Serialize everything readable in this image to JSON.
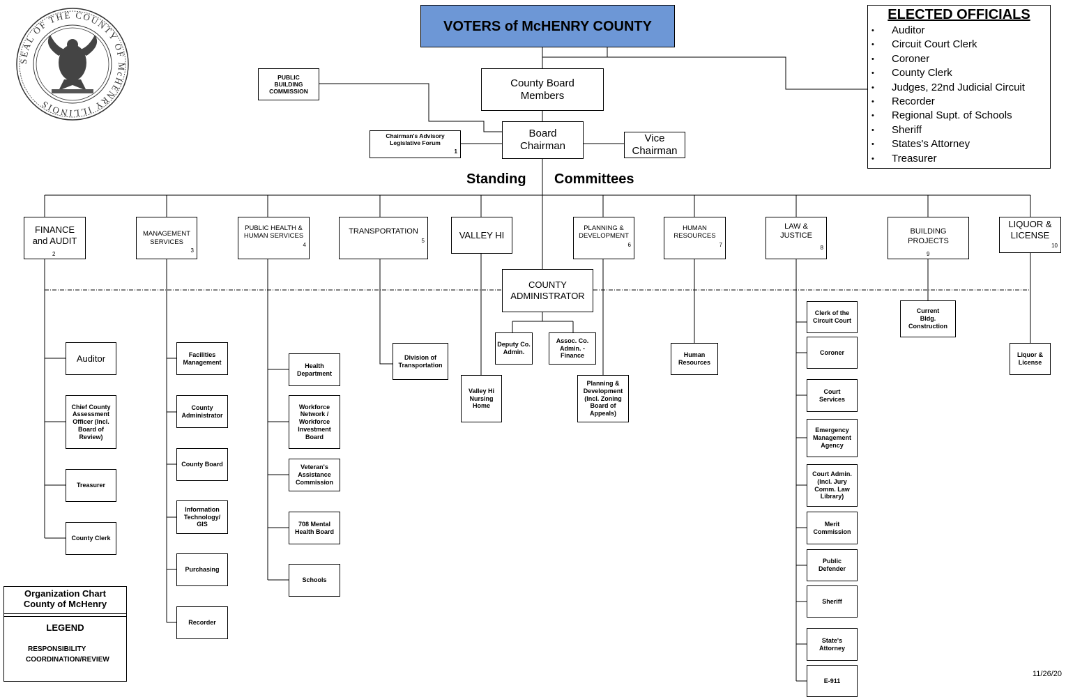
{
  "voters": "VOTERS of McHENRY COUNTY",
  "county_board": "County Board Members",
  "public_building_commission": "PUBLIC BUILDING COMMISSION",
  "chairman": "Board Chairman",
  "chairmans_forum": "Chairman's Advisory Legislative Forum",
  "chairmans_forum_num": "1",
  "vice_chairman": "Vice Chairman",
  "standing": "Standing",
  "committees_label": "Committees",
  "county_administrator": "COUNTY ADMINISTRATOR",
  "deputy_admin": "Deputy Co. Admin.",
  "assoc_admin": "Assoc. Co. Admin. - Finance",
  "elected_officials": {
    "title": "ELECTED OFFICIALS",
    "items": [
      "Auditor",
      "Circuit Court Clerk",
      "Coroner",
      "County Clerk",
      "Judges, 22nd Judicial Circuit",
      "Recorder",
      "Regional Supt. of Schools",
      "Sheriff",
      "States's Attorney",
      "Treasurer"
    ]
  },
  "committees": [
    {
      "label": "FINANCE and AUDIT",
      "num": "2"
    },
    {
      "label": "MANAGEMENT SERVICES",
      "num": "3"
    },
    {
      "label": "PUBLIC HEALTH & HUMAN SERVICES",
      "num": "4"
    },
    {
      "label": "TRANSPORTATION",
      "num": "5"
    },
    {
      "label": "VALLEY HI",
      "num": ""
    },
    {
      "label": "PLANNING & DEVELOPMENT",
      "num": "6"
    },
    {
      "label": "HUMAN RESOURCES",
      "num": "7"
    },
    {
      "label": "LAW & JUSTICE",
      "num": "8"
    },
    {
      "label": "BUILDING PROJECTS",
      "num": "9"
    },
    {
      "label": "LIQUOR & LICENSE",
      "num": "10"
    }
  ],
  "finance_units": [
    "Auditor",
    "Chief County Assessment Officer (Incl. Board of Review)",
    "Treasurer",
    "County Clerk"
  ],
  "management_units": [
    "Facilities Management",
    "County Administrator",
    "County Board",
    "Information Technology/ GIS",
    "Purchasing",
    "Recorder"
  ],
  "health_units": [
    "Health Department",
    "Workforce Network / Workforce Investment Board",
    "Veteran's Assistance Commission",
    "708 Mental Health Board",
    "Schools"
  ],
  "transportation_unit": "Division of Transportation",
  "valley_unit": "Valley Hi Nursing Home",
  "planning_unit": "Planning & Development (Incl. Zoning Board of Appeals)",
  "hr_unit": "Human Resources",
  "law_units": [
    "Clerk of the Circuit Court",
    "Coroner",
    "Court Services",
    "Emergency Management Agency",
    "Court Admin.(Incl. Jury Comm. Law Library)",
    "Merit Commission",
    "Public Defender",
    "Sheriff",
    "State's Attorney",
    "E-911"
  ],
  "building_unit": "Current Bldg. Construction",
  "liquor_unit": "Liquor & License",
  "legend": {
    "title": "Organization Chart County of McHenry",
    "subtitle": "LEGEND",
    "responsibility": "RESPONSIBILITY",
    "coordination": "COORDINATION/REVIEW"
  },
  "seal": {
    "text": "SEAL OF THE COUNTY OF McHENRY ILLINOIS"
  },
  "date": "11/26/20",
  "colors": {
    "title_fill": "#6d97d6",
    "line": "#000000"
  }
}
